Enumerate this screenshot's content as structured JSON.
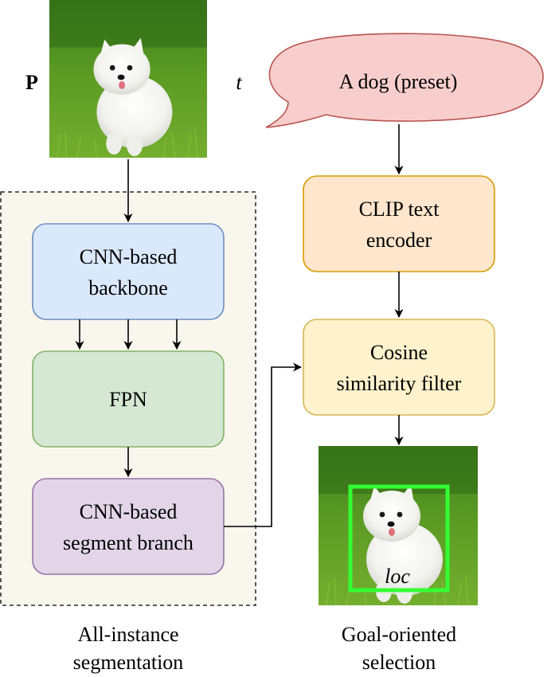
{
  "input": {
    "image_symbol": "P",
    "image_subject": "dog-photo",
    "text_symbol": "t",
    "speech_text": "A dog (preset)"
  },
  "left_pipeline": {
    "backbone": [
      "CNN-based",
      "backbone"
    ],
    "fpn": "FPN",
    "segment_branch": [
      "CNN-based",
      "segment branch"
    ],
    "caption": [
      "All-instance",
      "segmentation"
    ]
  },
  "right_pipeline": {
    "clip_encoder": [
      "CLIP text",
      "encoder"
    ],
    "cosine_filter": [
      "Cosine",
      "similarity filter"
    ],
    "output_label": "loc",
    "caption": [
      "Goal-oriented",
      "selection"
    ]
  },
  "colors": {
    "backbone_fill": "#dae8fc",
    "backbone_stroke": "#6c8ebf",
    "fpn_fill": "#d5e8d4",
    "fpn_stroke": "#82b366",
    "segment_fill": "#e1d5e7",
    "segment_stroke": "#9673a6",
    "clip_fill": "#ffe6cc",
    "clip_stroke": "#d79b00",
    "cosine_fill": "#fff2cc",
    "cosine_stroke": "#d6b656",
    "speech_fill": "#f8cecc",
    "speech_stroke": "#b85450",
    "dashed_bg": "#f9f7ed",
    "loc_box": "#33ff33"
  }
}
